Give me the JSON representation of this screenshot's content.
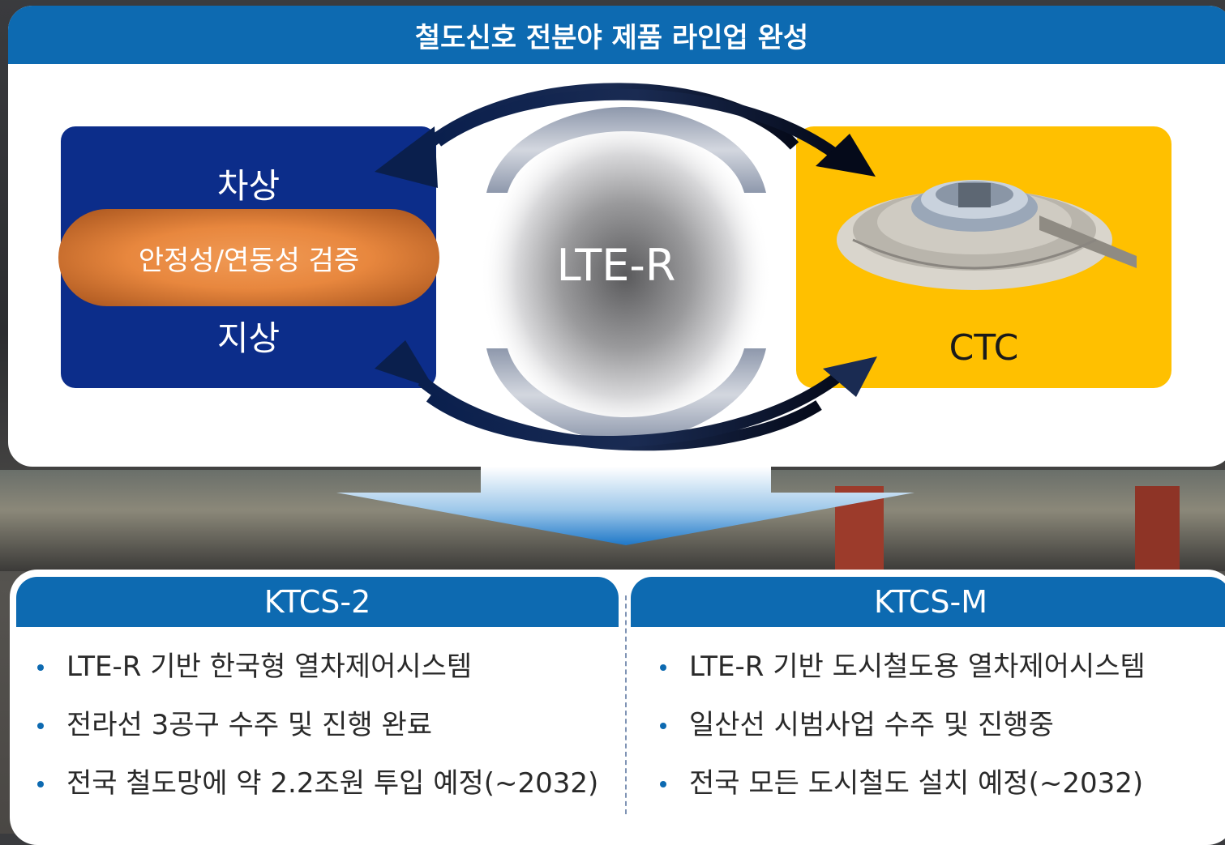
{
  "title": "철도신호 전분야 제품 라인업 완성",
  "left_block": {
    "top_label": "차상",
    "middle_label": "안정성/연동성 검증",
    "bottom_label": "지상"
  },
  "center": {
    "label": "LTE-R"
  },
  "right_block": {
    "label": "CTC",
    "image_icon": "ctc-control-center-building"
  },
  "columns": [
    {
      "header": "KTCS-2",
      "items": [
        "LTE-R 기반 한국형 열차제어시스템",
        "전라선 3공구 수주 및 진행 완료",
        "전국 철도망에 약 2.2조원 투입 예정(~2032)"
      ]
    },
    {
      "header": "KTCS-M",
      "items": [
        "LTE-R 기반 도시철도용 열차제어시스템",
        "일산선 시범사업 수주 및 진행중",
        "전국 모든 도시철도 설치 예정(~2032)"
      ]
    }
  ],
  "colors": {
    "header_blue": "#0d6ab1",
    "navy": "#0c2d8a",
    "orange": "#e8873e",
    "yellow": "#ffc000"
  }
}
